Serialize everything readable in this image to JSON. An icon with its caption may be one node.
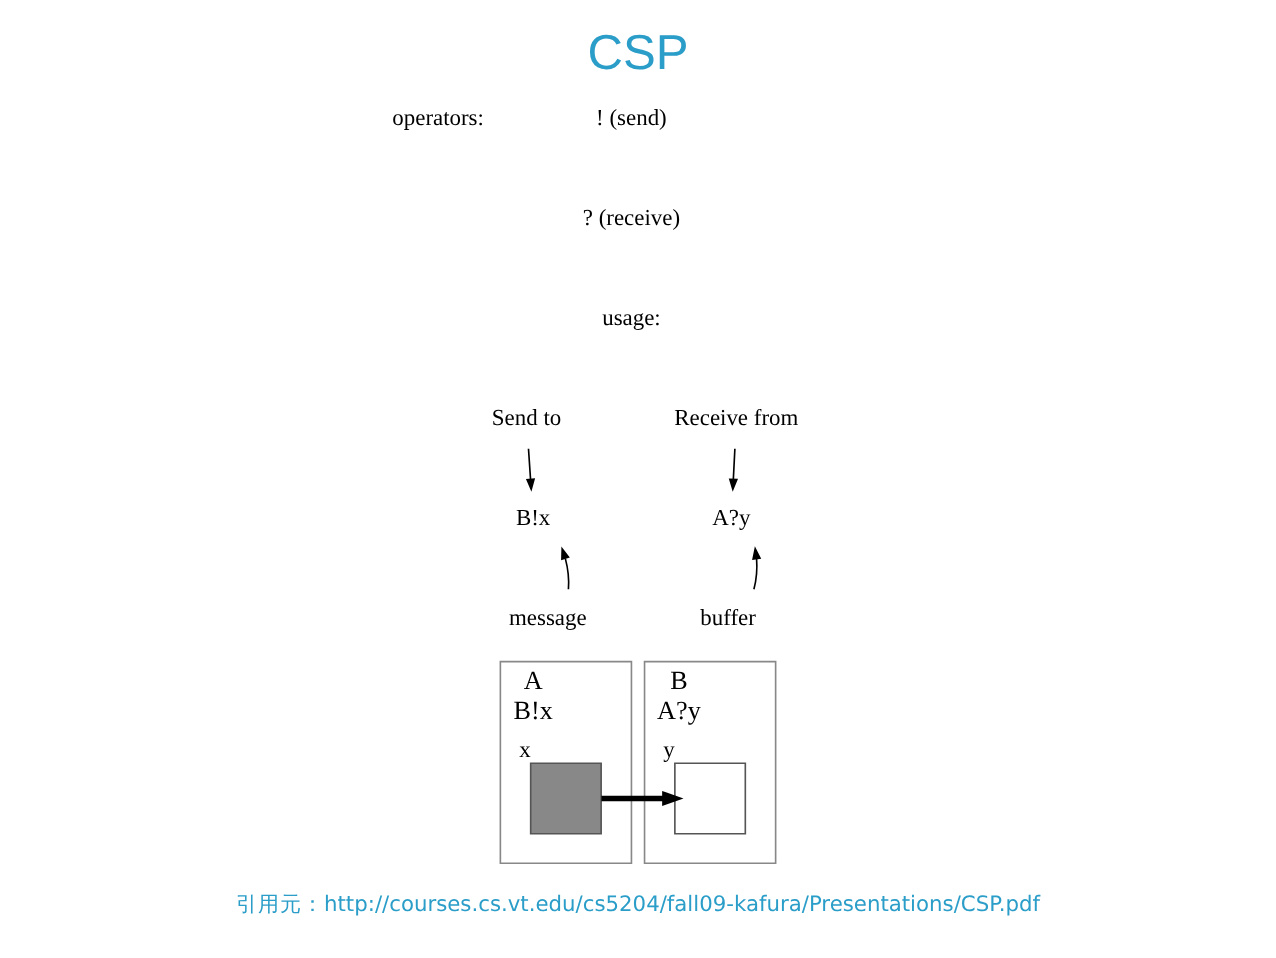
{
  "diagram": {
    "title": "CSP",
    "caption": "引用元：http://courses.cs.vt.edu/cs5204/fall09-kafura/Presentations/CSP.pdf",
    "nodes": [
      {
        "text": [
          "Send to"
        ]
      },
      {
        "text": [
          "B!x"
        ]
      },
      {
        "text": [
          "message"
        ]
      },
      {
        "text": [
          "Receive from"
        ]
      },
      {
        "text": [
          "A?y"
        ]
      },
      {
        "text": [
          "buffer"
        ]
      },
      {
        "text": [
          "A",
          "B!x"
        ]
      },
      {
        "text": [],
        "shape": "box",
        "beside": [
          "x"
        ],
        "in": 6
      },
      {
        "text": [
          "B",
          "A?y"
        ]
      },
      {
        "text": [],
        "shape": "box",
        "beside": [
          "y"
        ],
        "in": 8
      }
    ],
    "edges": [
      {
        "from": 0,
        "to": 1,
        "arrow": "to"
      },
      {
        "from": 2,
        "to": 1,
        "arrow": "to"
      },
      {
        "from": 3,
        "to": 4,
        "arrow": "to"
      },
      {
        "from": 5,
        "to": 4,
        "arrow": "to"
      },
      {
        "from": 7,
        "to": 9,
        "arrow": "to",
        "style": "thick"
      }
    ],
    "labels": [
      "operators:",
      "! (send)",
      "? (receive)",
      "usage:"
    ]
  }
}
